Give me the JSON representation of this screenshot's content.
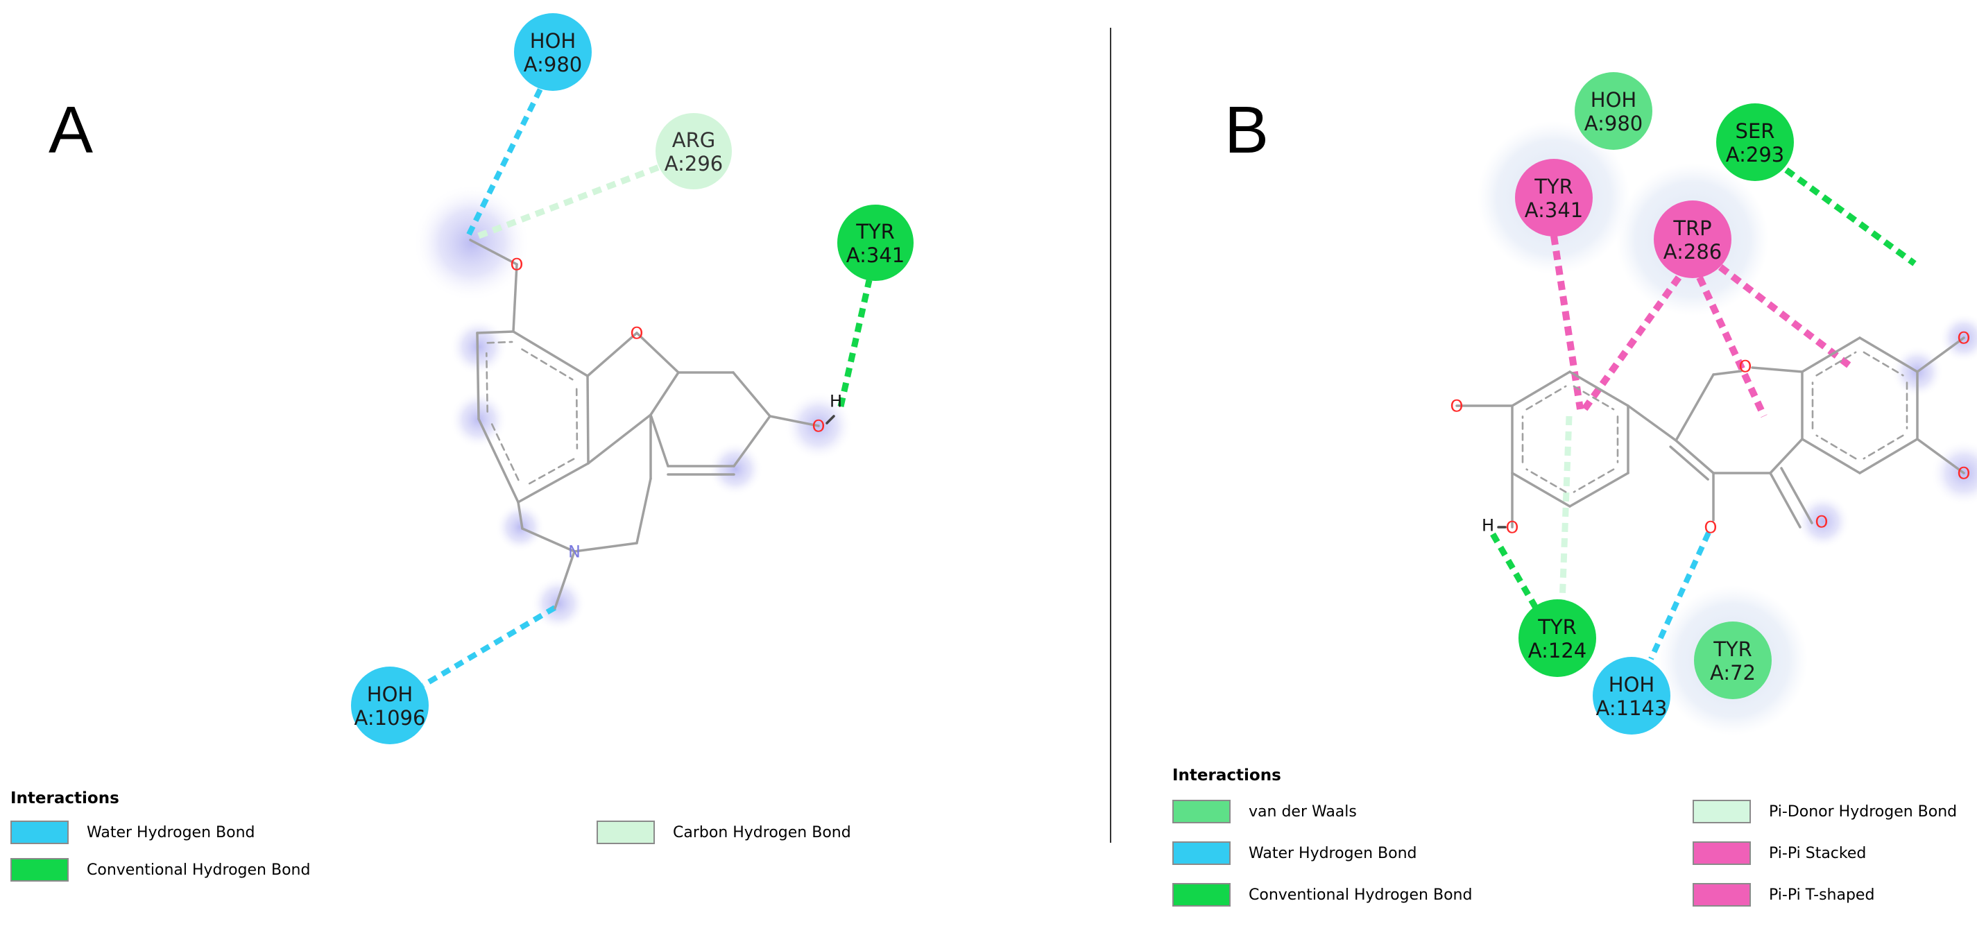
{
  "panels": [
    {
      "letter": "A"
    },
    {
      "letter": "B"
    }
  ],
  "colors": {
    "water_hbond": "#33ccf2",
    "conventional_hbond": "#12d64a",
    "carbon_hbond": "#d2f5da",
    "vdw": "#5ee088",
    "pi_donor": "#d4f7df",
    "pi_stacked": "#f060b8",
    "pi_tshaped": "#f060b8",
    "bond": "#a0a0a0",
    "oxygen": "#ff2a2a",
    "nitrogen": "#7a7ae0",
    "glow": "#c6c6f4"
  },
  "residues_a": [
    {
      "id": "hoh980",
      "line1": "HOH",
      "line2": "A:980",
      "type": "water"
    },
    {
      "id": "arg296",
      "line1": "ARG",
      "line2": "A:296",
      "type": "carbon"
    },
    {
      "id": "tyr341",
      "line1": "TYR",
      "line2": "A:341",
      "type": "conventional"
    },
    {
      "id": "hoh1096",
      "line1": "HOH",
      "line2": "A:1096",
      "type": "water"
    }
  ],
  "residues_b": [
    {
      "id": "hoh980",
      "line1": "HOH",
      "line2": "A:980",
      "type": "vdw"
    },
    {
      "id": "ser293",
      "line1": "SER",
      "line2": "A:293",
      "type": "conventional"
    },
    {
      "id": "tyr341",
      "line1": "TYR",
      "line2": "A:341",
      "type": "pi"
    },
    {
      "id": "trp286",
      "line1": "TRP",
      "line2": "A:286",
      "type": "pi"
    },
    {
      "id": "tyr124",
      "line1": "TYR",
      "line2": "A:124",
      "type": "conventional"
    },
    {
      "id": "hoh1143",
      "line1": "HOH",
      "line2": "A:1143",
      "type": "water"
    },
    {
      "id": "tyr72",
      "line1": "TYR",
      "line2": "A:72",
      "type": "vdw"
    }
  ],
  "atoms": {
    "oxygen": "O",
    "nitrogen": "N",
    "hydrogen": "H"
  },
  "legend_a": {
    "title": "Interactions",
    "items": [
      {
        "label": "Water Hydrogen Bond",
        "color": "#33ccf2"
      },
      {
        "label": "Conventional Hydrogen Bond",
        "color": "#12d64a"
      },
      {
        "label": "Carbon Hydrogen Bond",
        "color": "#d2f5da"
      }
    ]
  },
  "legend_b": {
    "title": "Interactions",
    "items": [
      {
        "label": "van der Waals",
        "color": "#5ee088"
      },
      {
        "label": "Water Hydrogen Bond",
        "color": "#33ccf2"
      },
      {
        "label": "Conventional Hydrogen Bond",
        "color": "#12d64a"
      },
      {
        "label": "Pi-Donor Hydrogen Bond",
        "color": "#d4f7df"
      },
      {
        "label": "Pi-Pi Stacked",
        "color": "#f060b8"
      },
      {
        "label": "Pi-Pi T-shaped",
        "color": "#f060b8"
      }
    ]
  }
}
